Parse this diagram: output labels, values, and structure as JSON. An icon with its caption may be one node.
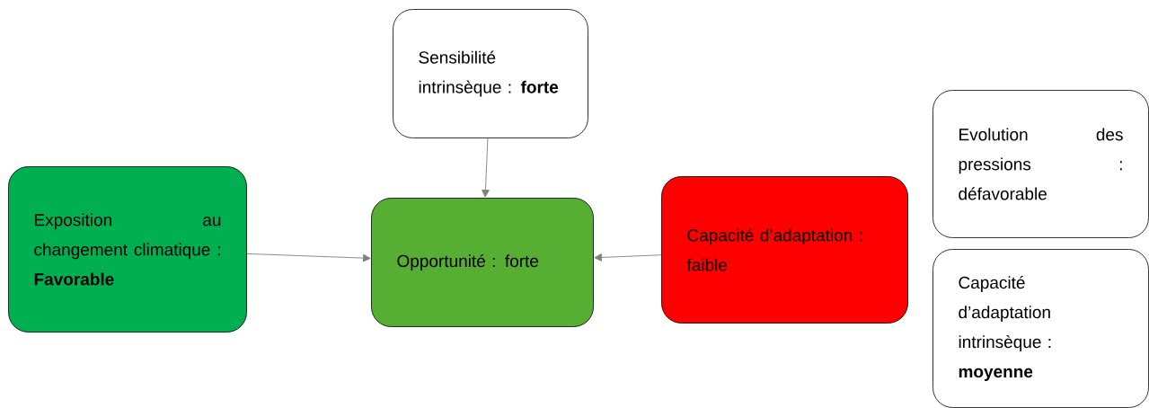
{
  "diagram": {
    "nodes": [
      {
        "text": [
          "Sensibilité intrinsèque : **forte**"
        ]
      },
      {
        "text": [
          "Exposition au changement climatique : **Favorable**"
        ]
      },
      {
        "text": [
          "Opportunité : forte"
        ]
      },
      {
        "text": [
          "Capacité d’adaptation : faible"
        ]
      },
      {
        "text": [
          "Evolution des pressions : défavorable"
        ]
      },
      {
        "text": [
          "Capacité d’adaptation intrinsèque : **moyenne**"
        ]
      }
    ],
    "edges": [
      {
        "from": 0,
        "to": 2,
        "arrow": "to"
      },
      {
        "from": 1,
        "to": 2,
        "arrow": "to"
      },
      {
        "from": 3,
        "to": 2,
        "arrow": "to"
      }
    ]
  }
}
